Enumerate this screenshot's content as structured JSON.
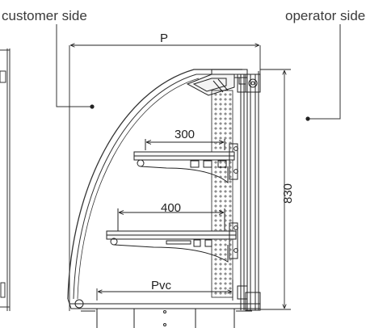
{
  "labels": {
    "customer_side": "customer side",
    "operator_side": "operator side"
  },
  "dimensions": {
    "depth": "P",
    "height": "830",
    "upper_shelf": "300",
    "lower_shelf": "400",
    "base": "Pvc"
  }
}
